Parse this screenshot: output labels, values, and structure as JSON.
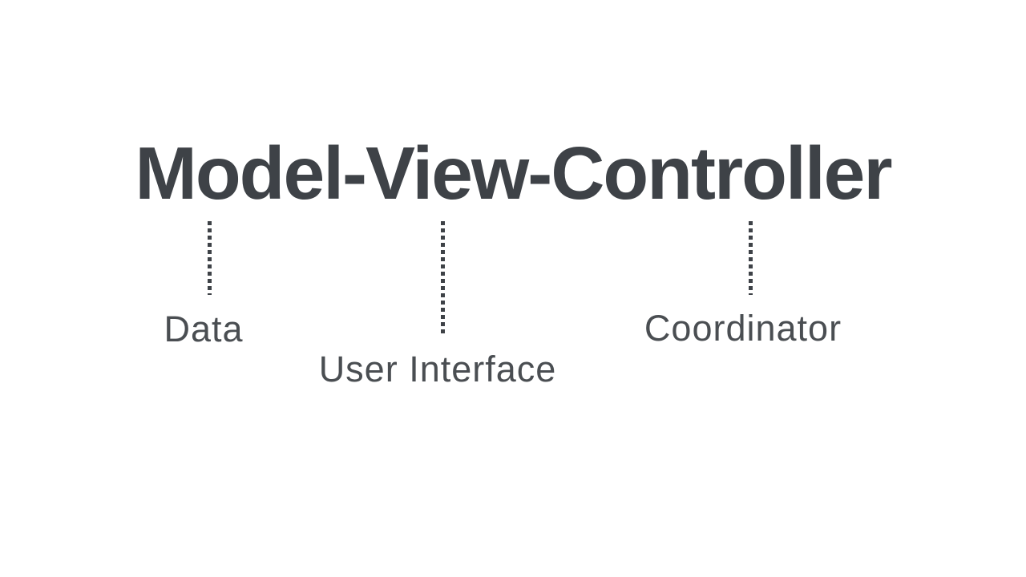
{
  "slide": {
    "title": "Model-View-Controller",
    "annotations": [
      {
        "term": "Model",
        "label": "Data"
      },
      {
        "term": "View",
        "label": "User Interface"
      },
      {
        "term": "Controller",
        "label": "Coordinator"
      }
    ],
    "colors": {
      "background": "#ffffff",
      "title_text": "#3e4247",
      "annotation_text": "#4a4e52",
      "connector_dots": "#3e4247"
    }
  }
}
